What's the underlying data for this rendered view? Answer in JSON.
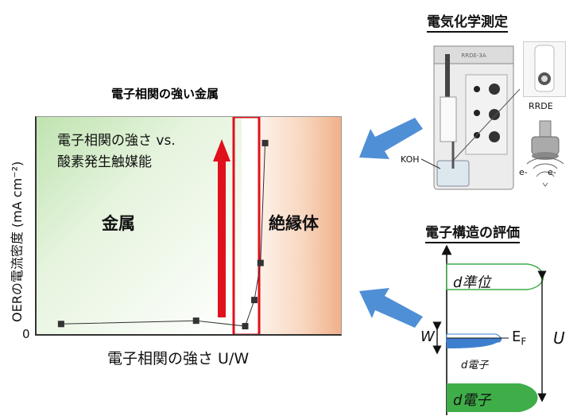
{
  "left_panel": {
    "highlight_label": "電子相関の強い金属",
    "title_line1": "電子相関の強さ vs.",
    "title_line2": "酸素発生触媒能",
    "region_metal": "金属",
    "region_insulator": "絶縁体",
    "x_axis_label": "電子相関の強さ U/W",
    "y_axis_label": "OERの電流密度 (mA cm⁻²)",
    "y_tick_zero": "0"
  },
  "chart_data": {
    "type": "scatter",
    "xlabel": "電子相関の強さ U/W",
    "ylabel": "OERの電流密度 (mA cm⁻²)",
    "series": [
      {
        "x": [
          0.08,
          0.52,
          0.68,
          0.71,
          0.73,
          0.745
        ],
        "y": [
          0.05,
          0.065,
          0.04,
          0.16,
          0.33,
          0.88
        ]
      }
    ],
    "xlim": [
      0,
      1
    ],
    "ylim": [
      0,
      1
    ],
    "grid": false,
    "colors": {
      "markers": "#333333",
      "arrow": "#e0101c",
      "highlight_box": "#e0101c",
      "metal_region": "#bfe3b0",
      "insulator_region": "#f1b08a"
    }
  },
  "right_panel": {
    "electrochem_title": "電気化学測定",
    "apparatus_model": "RRDE-3A",
    "koh_label": "KOH",
    "rrde_label": "RRDE",
    "electron_label_left": "e-",
    "electron_label_right": "e-",
    "structure_title": "電子構造の評価",
    "d_level_label": "d準位",
    "w_label": "W",
    "u_label": "U",
    "fermi_label": "E",
    "fermi_subscript": "F",
    "d_electron_small": "d電子",
    "d_electron_large": "d電子",
    "colors": {
      "blue_arrow": "#4f8fd6",
      "d_band_fill": "#3fae49",
      "upper_band_outline": "#3fae49",
      "fermi_band_fill": "#3d7fcf"
    }
  }
}
